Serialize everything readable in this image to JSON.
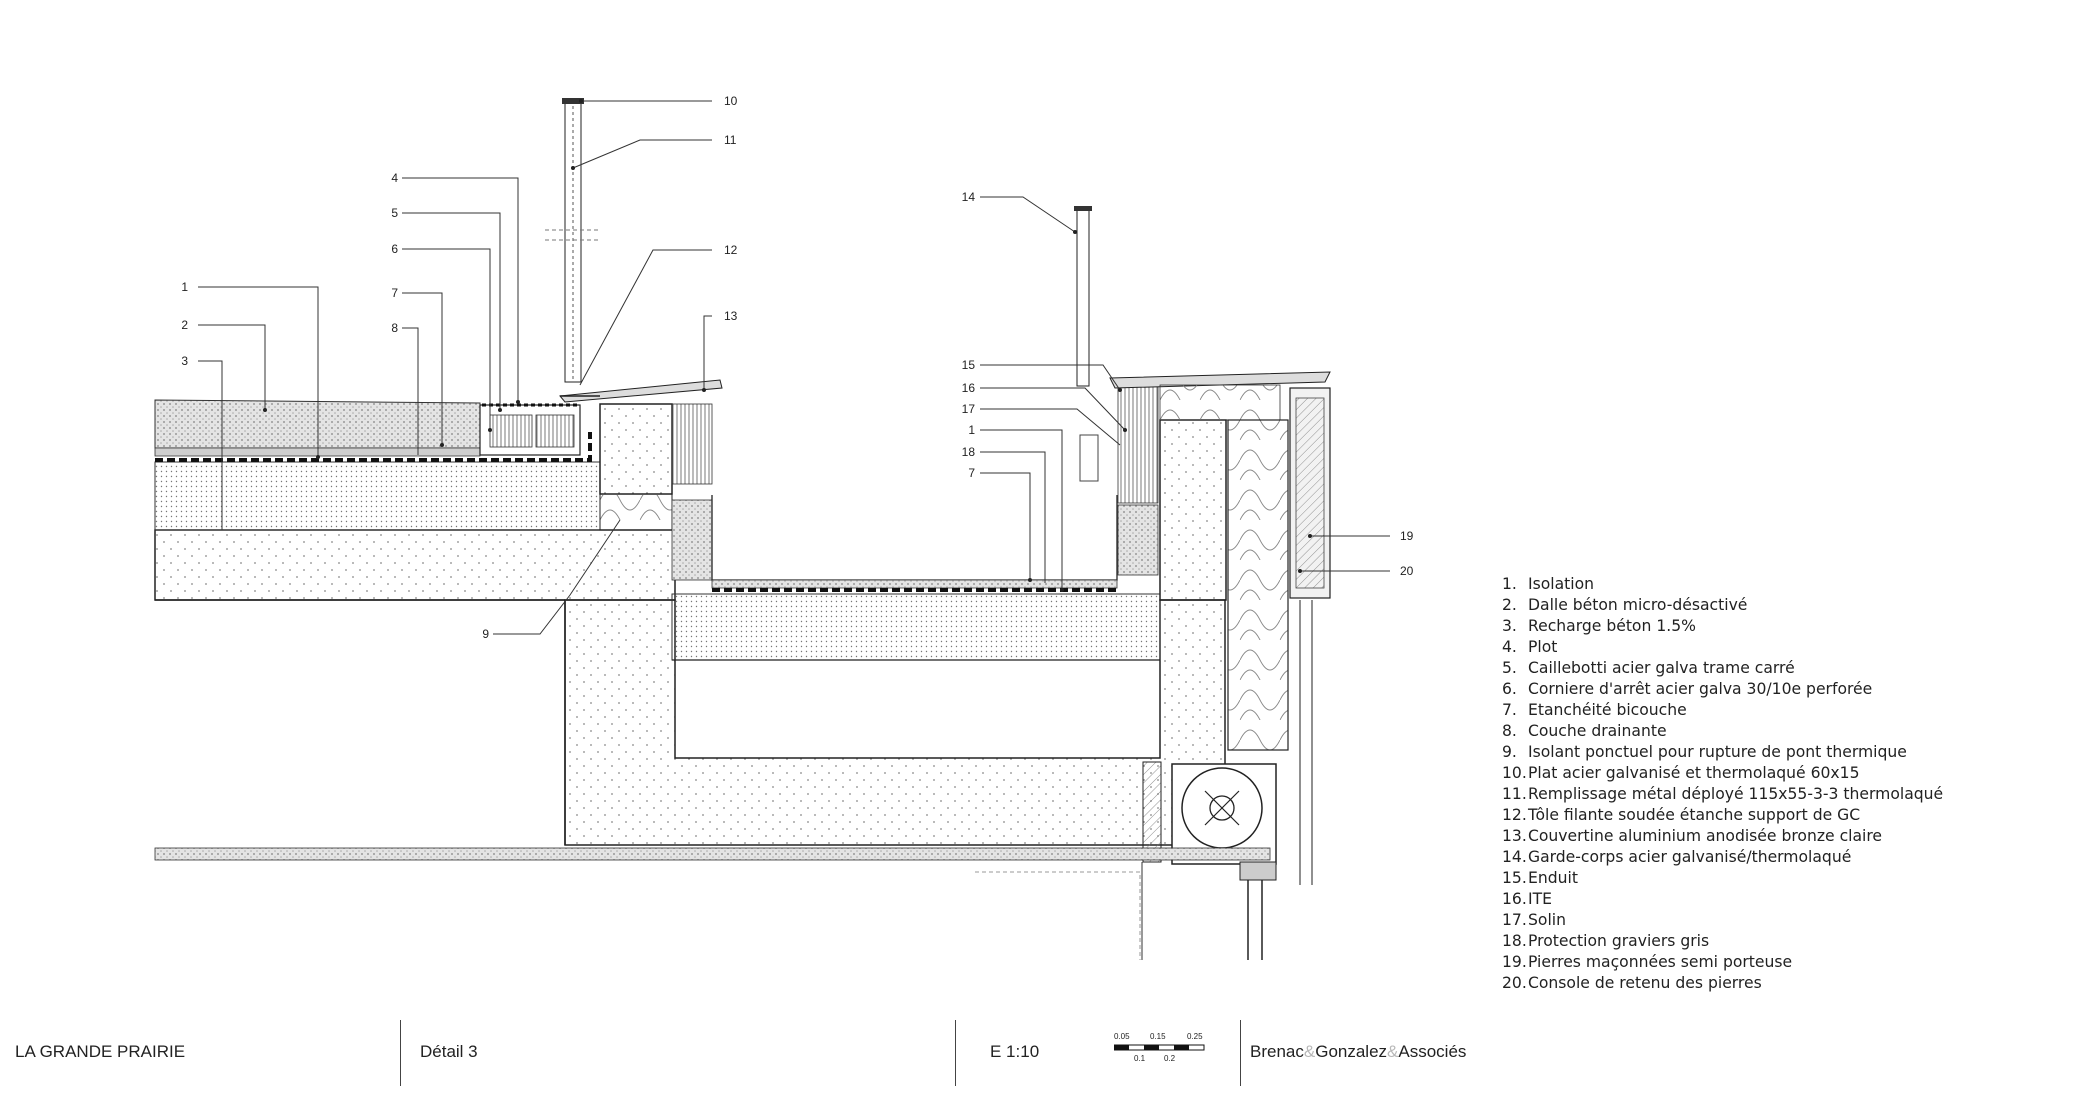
{
  "callouts": [
    "1",
    "2",
    "3",
    "4",
    "5",
    "6",
    "7",
    "8",
    "9",
    "10",
    "11",
    "12",
    "13",
    "14",
    "15",
    "16",
    "17",
    "1",
    "18",
    "7",
    "19",
    "20"
  ],
  "legend": [
    {
      "n": "1.",
      "t": "Isolation"
    },
    {
      "n": "2.",
      "t": "Dalle béton micro-désactivé"
    },
    {
      "n": "3.",
      "t": "Recharge béton 1.5%"
    },
    {
      "n": "4.",
      "t": "Plot"
    },
    {
      "n": "5.",
      "t": "Caillebotti acier galva trame carré"
    },
    {
      "n": "6.",
      "t": "Corniere d'arrêt acier galva 30/10e perforée"
    },
    {
      "n": "7.",
      "t": "Etanchéité bicouche"
    },
    {
      "n": "8.",
      "t": "Couche drainante"
    },
    {
      "n": "9.",
      "t": "Isolant ponctuel pour rupture de pont thermique"
    },
    {
      "n": "10.",
      "t": "Plat acier galvanisé et thermolaqué 60x15"
    },
    {
      "n": "11.",
      "t": "Remplissage métal déployé 115x55-3-3 thermolaqué"
    },
    {
      "n": "12.",
      "t": "Tôle filante soudée étanche support de GC"
    },
    {
      "n": "13.",
      "t": "Couvertine aluminium anodisée bronze claire"
    },
    {
      "n": "14.",
      "t": "Garde-corps acier galvanisé/thermolaqué"
    },
    {
      "n": "15.",
      "t": "Enduit"
    },
    {
      "n": "16.",
      "t": "ITE"
    },
    {
      "n": "17.",
      "t": "Solin"
    },
    {
      "n": "18.",
      "t": "Protection graviers gris"
    },
    {
      "n": "19.",
      "t": "Pierres maçonnées semi porteuse"
    },
    {
      "n": "20.",
      "t": "Console de retenu des pierres"
    }
  ],
  "titleblock": {
    "project": "LA GRANDE PRAIRIE",
    "detail": "Détail 3",
    "scale": "E 1:10",
    "firm_a": "Brenac",
    "firm_sep1": "&",
    "firm_b": "Gonzalez",
    "firm_sep2": "&",
    "firm_c": "Associés"
  },
  "scalebar": {
    "top_labels": [
      "0.05",
      "0.15",
      "0.25"
    ],
    "bottom_labels": [
      "0.1",
      "0.2"
    ]
  }
}
